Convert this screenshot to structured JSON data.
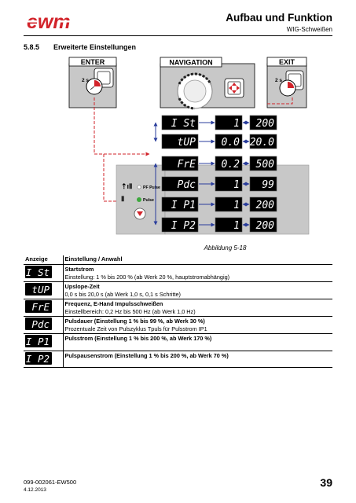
{
  "header": {
    "title": "Aufbau und Funktion",
    "subtitle": "WIG-Schweißen"
  },
  "section": {
    "number": "5.8.5",
    "title": "Erweiterte Einstellungen"
  },
  "diagram": {
    "enter_label": "ENTER",
    "navigation_label": "NAVIGATION",
    "exit_label": "EXIT",
    "hold_enter": "2 s",
    "hold_exit": "2 s",
    "pf_pulse_label": "PF Pulse",
    "pulse_label": "Pulse",
    "rows": [
      {
        "param": "I St",
        "value1": "1",
        "value2": "200"
      },
      {
        "param": "tUP",
        "value1": "0.0",
        "value2": "20.0"
      },
      {
        "param": "FrE",
        "value1": "0.2",
        "value2": "500"
      },
      {
        "param": "Pdc",
        "value1": "1",
        "value2": "99"
      },
      {
        "param": "I P1",
        "value1": "1",
        "value2": "200"
      },
      {
        "param": "I P2",
        "value1": "1",
        "value2": "200"
      }
    ]
  },
  "caption": "Abbildung 5-18",
  "table": {
    "col1": "Anzeige",
    "col2": "Einstellung / Anwahl",
    "rows": [
      {
        "display": "I St",
        "title": "Startstrom",
        "detail": "Einstellung: 1 % bis 200 % (ab Werk 20 %, hauptstromabhängig)"
      },
      {
        "display": "tUP",
        "title": "Upslope-Zeit",
        "detail": "0,0 s bis 20,0 s (ab Werk 1,0 s, 0,1 s Schritte)"
      },
      {
        "display": "FrE",
        "title": "Frequenz, E-Hand Impulsschweißen",
        "detail": "Einstellbereich: 0,2 Hz bis 500 Hz (ab Werk 1,0 Hz)"
      },
      {
        "display": "Pdc",
        "title": "Pulsdauer (Einstellung 1 % bis 99 %, ab Werk 30 %)",
        "detail": "Prozentuale Zeit von Pulszyklus Tpuls für Pulsstrom IP1"
      },
      {
        "display": "I P1",
        "title": "Pulsstrom (Einstellung 1 % bis 200 %, ab Werk 170 %)",
        "detail": ""
      },
      {
        "display": "I P2",
        "title": "Pulspausenstrom (Einstellung 1 % bis 200 %, ab Werk 70 %)",
        "detail": ""
      }
    ]
  },
  "footer": {
    "doc_code": "099-002061-EW500",
    "date": "4.12.2013",
    "page": "39"
  },
  "colors": {
    "brand_red": "#d2232a",
    "panel_gray": "#c8c8c8",
    "lcd_black": "#000000",
    "arrow_blue": "#2a3d9c"
  }
}
